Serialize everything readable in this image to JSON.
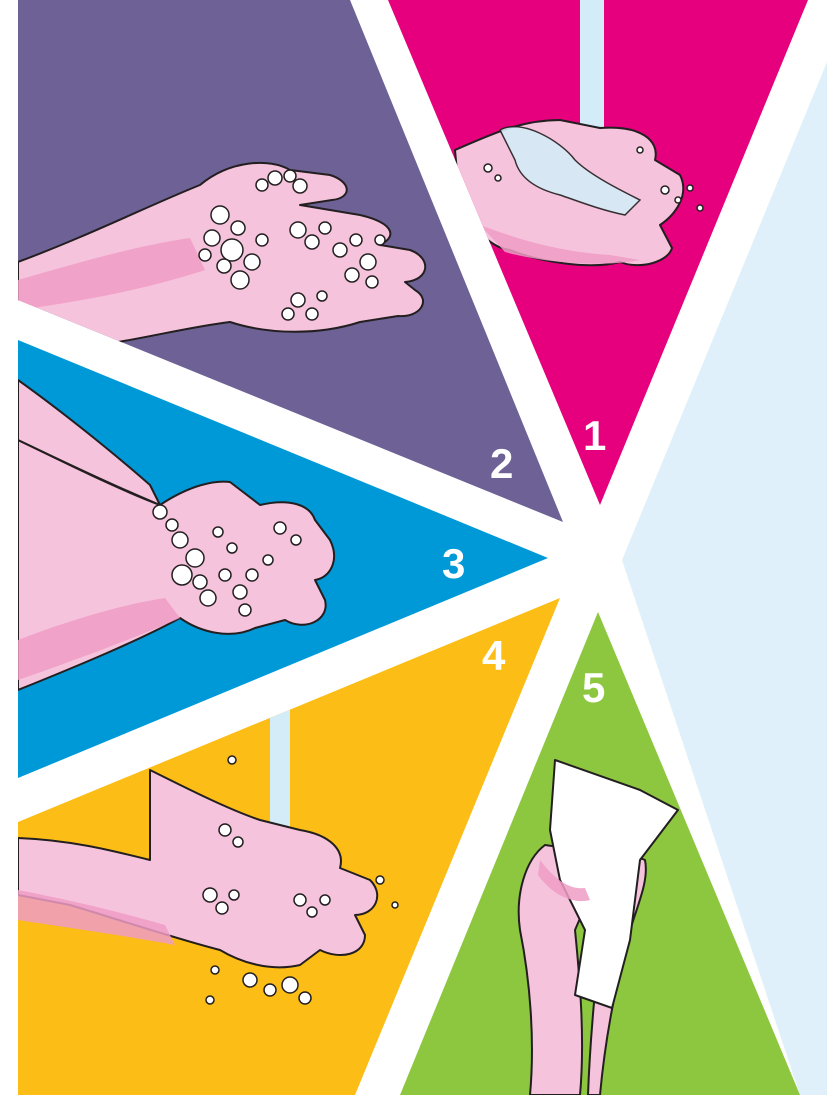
{
  "colors": {
    "background": "#ffffff",
    "step1": "#e6007e",
    "step2": "#6e6196",
    "step3": "#0099d8",
    "step4": "#fbbd16",
    "step5": "#8dc63f",
    "right_panel": "#dff0fa",
    "skin": "#f6c3dc",
    "skin_shadow": "#ee9cc4",
    "outline": "#231f20",
    "water": "#d4ecf7",
    "bubble": "#ffffff",
    "tissue": "#ffffff"
  },
  "steps": [
    {
      "number": "1",
      "icon": "hands-under-running-water-icon"
    },
    {
      "number": "2",
      "icon": "soaped-hands-icon"
    },
    {
      "number": "3",
      "icon": "rubbing-hands-icon"
    },
    {
      "number": "4",
      "icon": "rinsing-hands-icon"
    },
    {
      "number": "5",
      "icon": "drying-hands-with-tissue-icon"
    }
  ]
}
